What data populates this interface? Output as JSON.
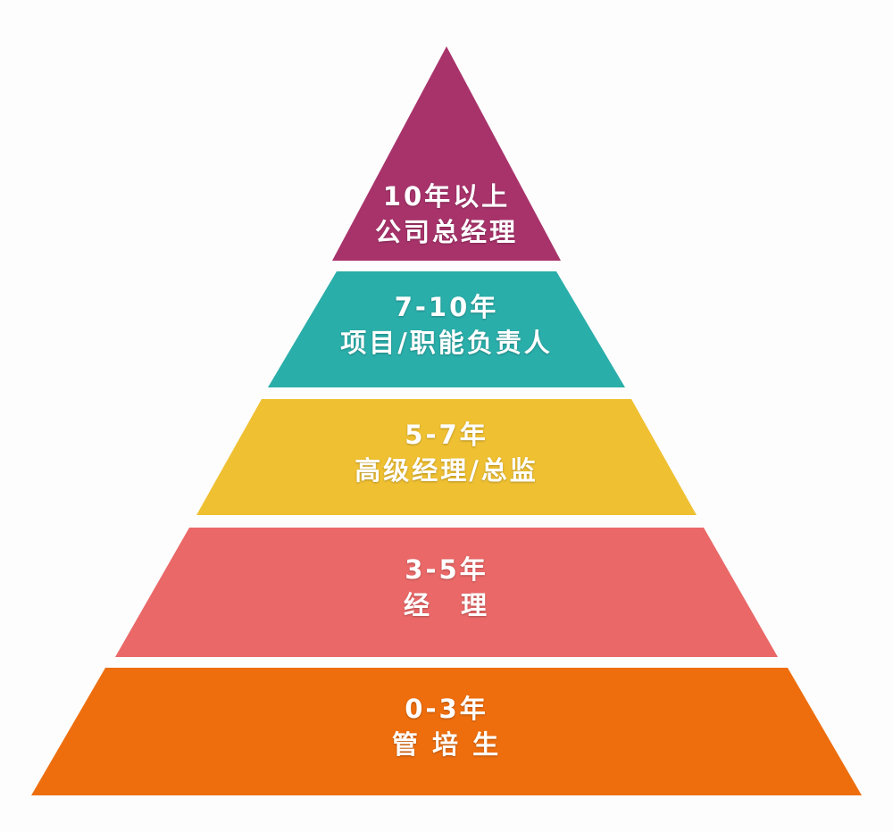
{
  "pyramid": {
    "levels": [
      {
        "years": "10年以上",
        "role": "公司总经理",
        "color": "#a8336b"
      },
      {
        "years": "7-10年",
        "role": "项目/职能负责人",
        "color": "#2aaeaa"
      },
      {
        "years": "5-7年",
        "role": "高级经理/总监",
        "color": "#efc032"
      },
      {
        "years": "3-5年",
        "role": "经　理",
        "color": "#ea6868"
      },
      {
        "years": "0-3年",
        "role": "管 培 生",
        "color": "#ee6e0e"
      }
    ]
  }
}
